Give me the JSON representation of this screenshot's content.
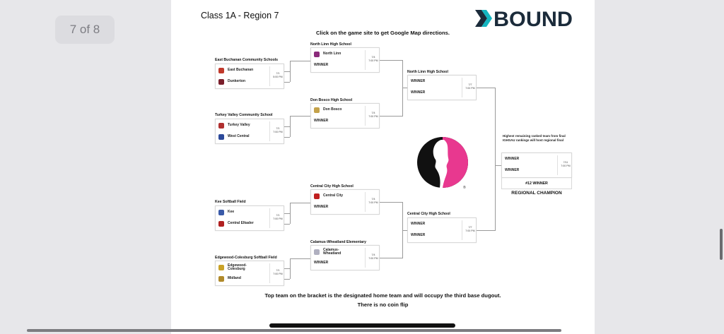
{
  "viewer": {
    "page_indicator": "7 of 8"
  },
  "document": {
    "title": "Class 1A - Region 7",
    "logo_text": "BOUND",
    "subtitle": "Click on the game site to get Google Map directions.",
    "footer_line1": "Top team on the bracket is the designated home team and will occupy the third base dugout.",
    "footer_line2": "There is no coin flip",
    "registered_mark": "®"
  },
  "colors": {
    "logo_dark": "#1b2b3a",
    "logo_teal": "#14b5c0",
    "brand_pink": "#e8388f",
    "line": "#9a9a9a"
  },
  "bracket": {
    "round1": [
      {
        "venue": "East Buchanan Community Schools",
        "team1": "East Buchanan",
        "team2": "Dunkerton",
        "date": "7/1",
        "time": "5:00 PM",
        "icon1": "#c0392b",
        "icon2": "#7a1f2b"
      },
      {
        "venue": "Turkey Valley Community School",
        "team1": "Turkey Valley",
        "team2": "West Central",
        "date": "7/1",
        "time": "7:00 PM",
        "icon1": "#b03030",
        "icon2": "#2c4a9a"
      },
      {
        "venue": "Kee Softball Field",
        "team1": "Kee",
        "team2": "Central Elkader",
        "date": "7/1",
        "time": "7:00 PM",
        "icon1": "#3a5aa8",
        "icon2": "#b02020"
      },
      {
        "venue": "Edgewood-Colesburg Softball Field",
        "team1": "Edgewood-Colesburg",
        "team2": "Midland",
        "date": "7/1",
        "time": "7:00 PM",
        "icon1": "#c9a227",
        "icon2": "#b08a2a"
      }
    ],
    "round2": [
      {
        "venue": "North Linn High School",
        "team1": "North Linn",
        "team2": "WINNER",
        "date": "7/4",
        "time": "7:00 PM",
        "icon1": "#8a2a7a"
      },
      {
        "venue": "Don Bosco High School",
        "team1": "Don Bosco",
        "team2": "WINNER",
        "date": "7/4",
        "time": "7:00 PM",
        "icon1": "#c4a24a"
      },
      {
        "venue": "Central City High School",
        "team1": "Central City",
        "team2": "WINNER",
        "date": "7/4",
        "time": "7:00 PM",
        "icon1": "#c02020"
      },
      {
        "venue": "Calamus-Wheatland Elementary",
        "team1": "Calamus-Wheatland",
        "team2": "WINNER",
        "date": "7/4",
        "time": "7:00 PM",
        "icon1": "#b0b0c0"
      }
    ],
    "round3": [
      {
        "venue": "North Linn High School",
        "team1": "WINNER",
        "team2": "WINNER",
        "date": "7/7",
        "time": "7:00 PM"
      },
      {
        "venue": "Central City High School",
        "team1": "WINNER",
        "team2": "WINNER",
        "date": "7/7",
        "time": "7:00 PM"
      }
    ],
    "final": {
      "note": "Highest remaining ranked team from final IGHSAU rankings will host regional final",
      "team1": "WINNER",
      "team2": "WINNER",
      "date": "7/11",
      "time": "7:00 PM",
      "seed": "#12 WINNER",
      "label": "REGIONAL CHAMPION"
    }
  }
}
